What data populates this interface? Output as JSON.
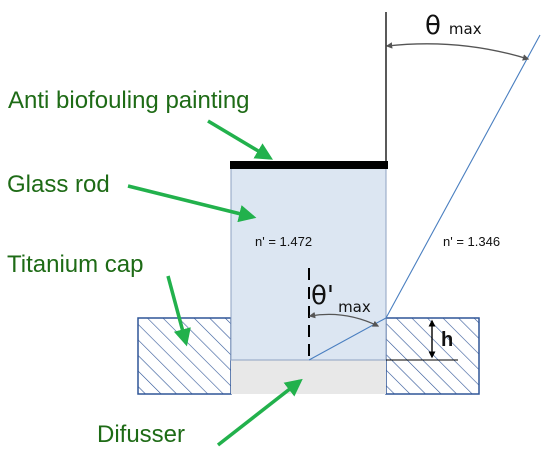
{
  "labels": {
    "anti_biofouling": "Anti biofouling painting",
    "glass_rod": "Glass rod",
    "titanium_cap": "Titanium cap",
    "difusser": "Difusser",
    "n_rod": "n' = 1.472",
    "n_outside": "n' = 1.346",
    "theta_max_symbol": "θ",
    "theta_max_sub": "max",
    "theta_prime_symbol": "θ'",
    "theta_prime_sub": "max",
    "h": "h"
  },
  "colors": {
    "label_green": "#1e6b16",
    "arrow_green": "#22b14c",
    "glass_fill": "#dce6f2",
    "glass_stroke": "#8ea2c2",
    "diffuser_fill": "#e8e8e8",
    "ray_blue": "#4a7fc0",
    "hatch_blue": "#2f5597",
    "paint_black": "#000000"
  }
}
